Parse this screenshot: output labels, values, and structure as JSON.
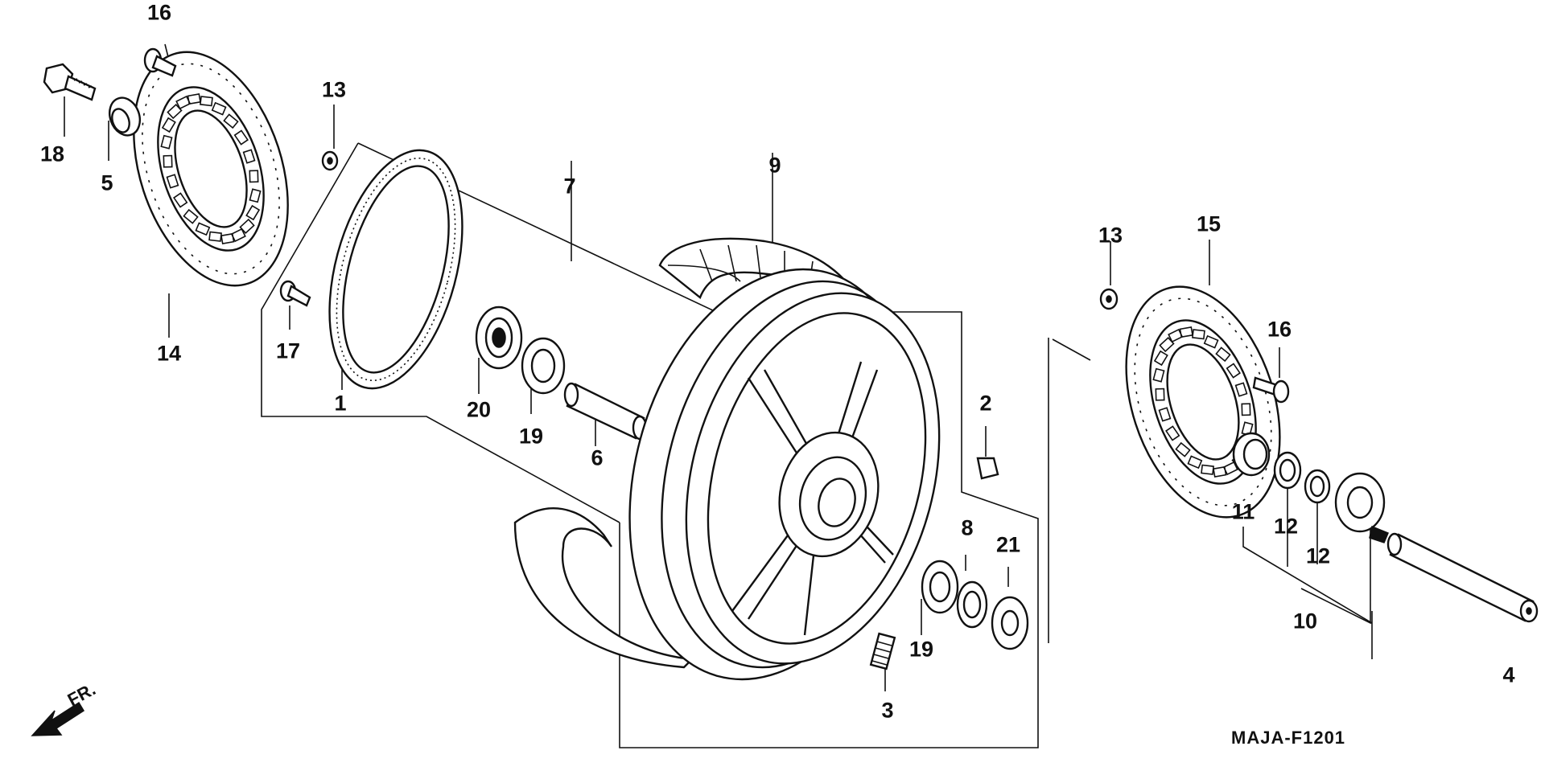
{
  "diagram_code": "MAJA-F1201",
  "direction_marker": "FR.",
  "parts": [
    {
      "id": "p1",
      "label": "1"
    },
    {
      "id": "p2",
      "label": "2"
    },
    {
      "id": "p3",
      "label": "3"
    },
    {
      "id": "p4",
      "label": "4"
    },
    {
      "id": "p5",
      "label": "5"
    },
    {
      "id": "p6",
      "label": "6"
    },
    {
      "id": "p7",
      "label": "7"
    },
    {
      "id": "p8",
      "label": "8"
    },
    {
      "id": "p9",
      "label": "9"
    },
    {
      "id": "p10",
      "label": "10"
    },
    {
      "id": "p11",
      "label": "11"
    },
    {
      "id": "p12a",
      "label": "12"
    },
    {
      "id": "p12b",
      "label": "12"
    },
    {
      "id": "p13a",
      "label": "13"
    },
    {
      "id": "p13b",
      "label": "13"
    },
    {
      "id": "p14",
      "label": "14"
    },
    {
      "id": "p15",
      "label": "15"
    },
    {
      "id": "p16a",
      "label": "16"
    },
    {
      "id": "p16b",
      "label": "16"
    },
    {
      "id": "p17",
      "label": "17"
    },
    {
      "id": "p18",
      "label": "18"
    },
    {
      "id": "p19a",
      "label": "19"
    },
    {
      "id": "p19b",
      "label": "19"
    },
    {
      "id": "p20",
      "label": "20"
    },
    {
      "id": "p21",
      "label": "21"
    }
  ]
}
